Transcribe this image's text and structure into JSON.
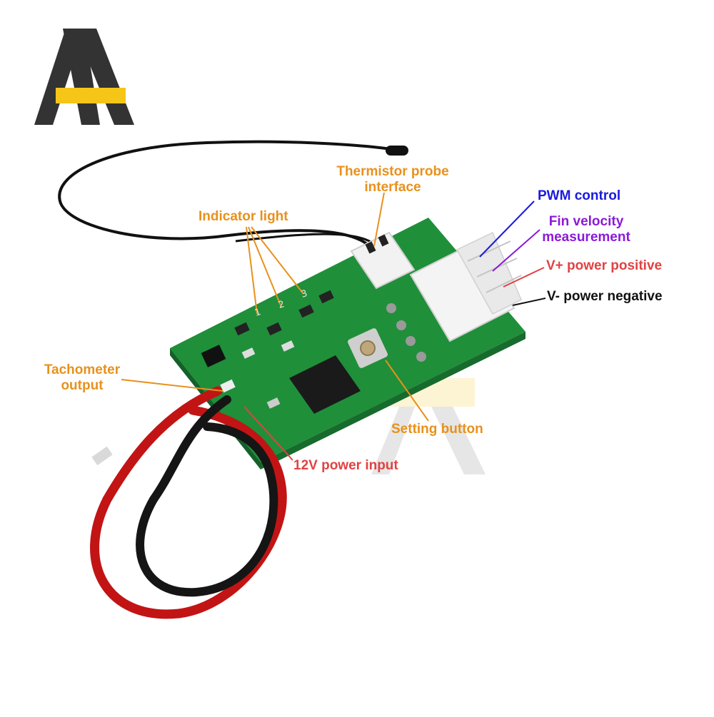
{
  "labels": {
    "thermistor_line1": "Thermistor probe",
    "thermistor_line2": "interface",
    "indicator": "Indicator light",
    "pwm": "PWM control",
    "fin_line1": "Fin velocity",
    "fin_line2": "measurement",
    "vplus": "V+ power positive",
    "vminus": "V- power negative",
    "tacho_line1": "Tachometer",
    "tacho_line2": "output",
    "setting": "Setting button",
    "power": "12V power input"
  },
  "led_numbers": [
    "1",
    "2",
    "3"
  ],
  "colors": {
    "orange": "#e8911c",
    "blue": "#1a1adf",
    "purple": "#8a1ad8",
    "red": "#e24242",
    "pcb": "#1f8f3a",
    "logo_dark": "#333333",
    "logo_yellow": "#f5c518"
  }
}
